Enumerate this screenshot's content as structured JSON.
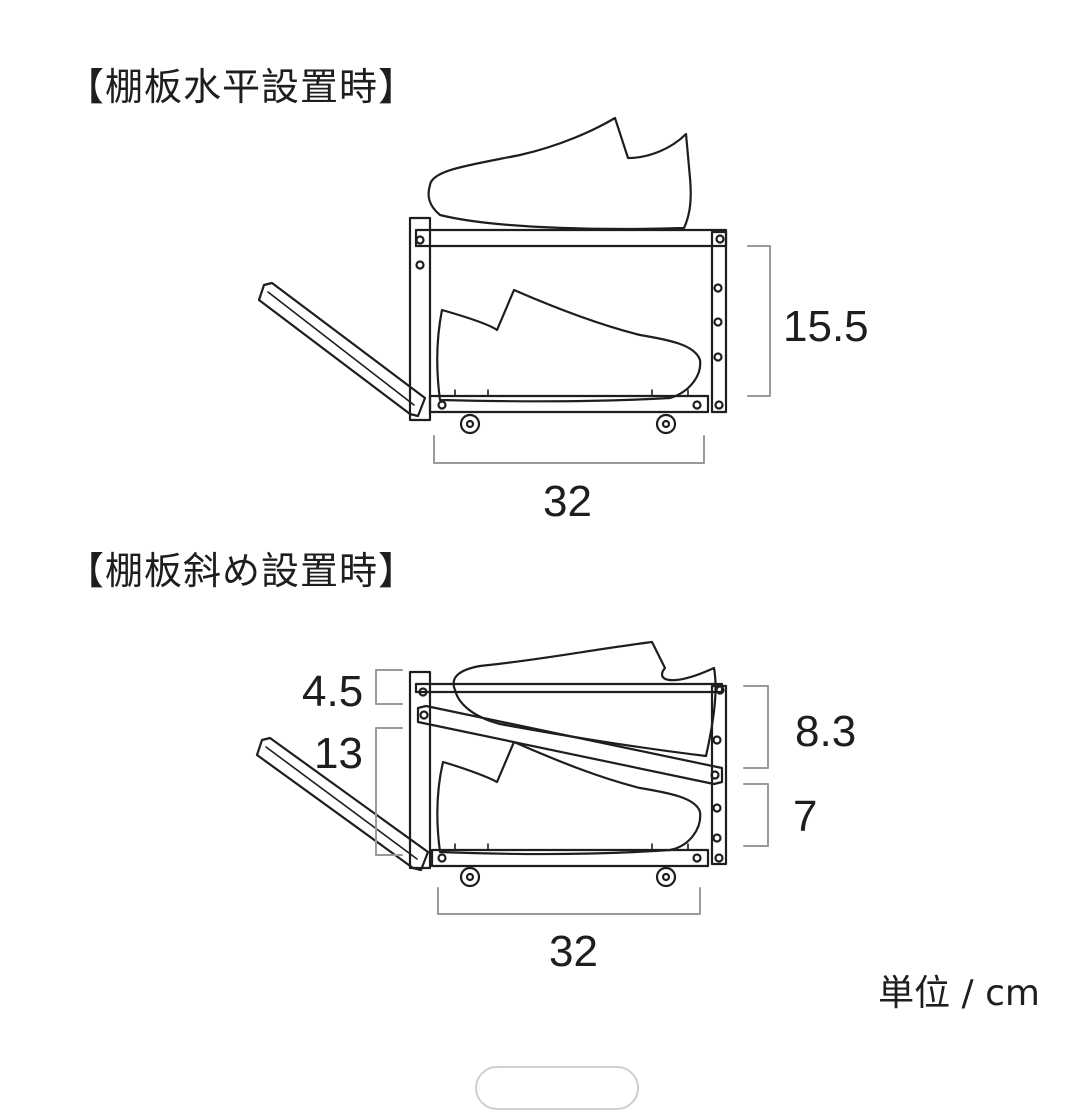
{
  "diagram_horizontal": {
    "heading": "【棚板水平設置時】",
    "height_label": "15.5",
    "width_label": "32"
  },
  "diagram_tilted": {
    "heading": "【棚板斜め設置時】",
    "top_gap_label": "4.5",
    "shoe_space_label": "13",
    "upper_height_label": "8.3",
    "lower_height_label": "7",
    "width_label": "32"
  },
  "unit_note": "単位 / cm",
  "colors": {
    "line": "#1e1e1e",
    "dimension_line": "#9a9a9a",
    "background": "#ffffff"
  }
}
